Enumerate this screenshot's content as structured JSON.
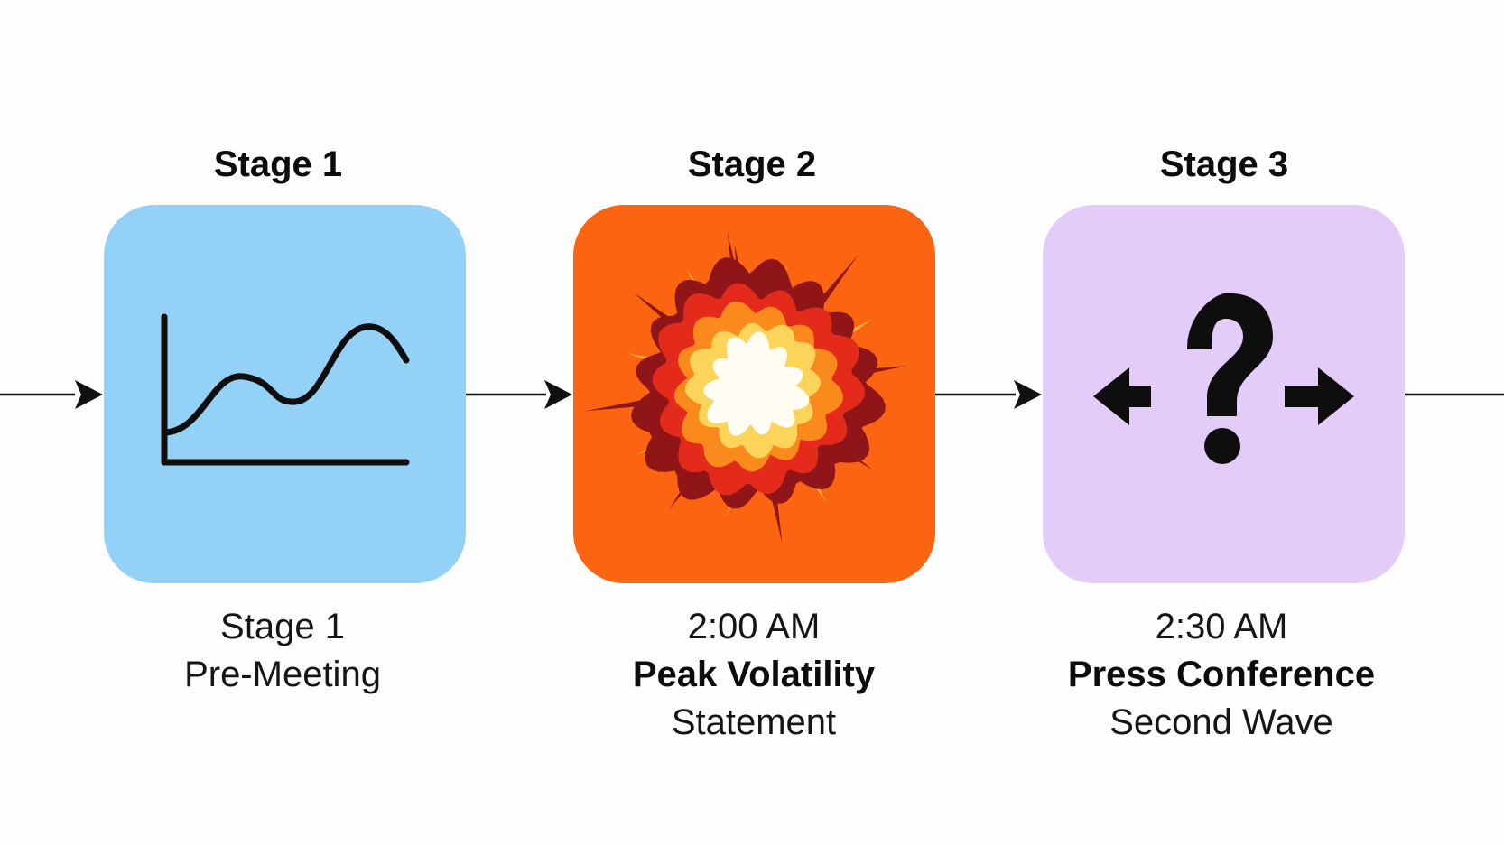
{
  "stages": [
    {
      "title": "Stage 1",
      "caption_lines": [
        "Stage 1",
        "Pre-Meeting"
      ],
      "icon": "line-chart-icon",
      "color": "#93d1f7"
    },
    {
      "title": "Stage 2",
      "caption_time": "2:00 AM",
      "caption_bold": "Peak Volatility",
      "caption_sub": "Statement",
      "icon": "explosion-icon",
      "color": "#fb6410"
    },
    {
      "title": "Stage 3",
      "caption_time": "2:30 AM",
      "caption_bold": "Press Conference",
      "caption_sub": "Second Wave",
      "icon": "question-mark-bidirectional-arrows-icon",
      "color": "#e3cdf8"
    }
  ],
  "connector_color": "#111111"
}
